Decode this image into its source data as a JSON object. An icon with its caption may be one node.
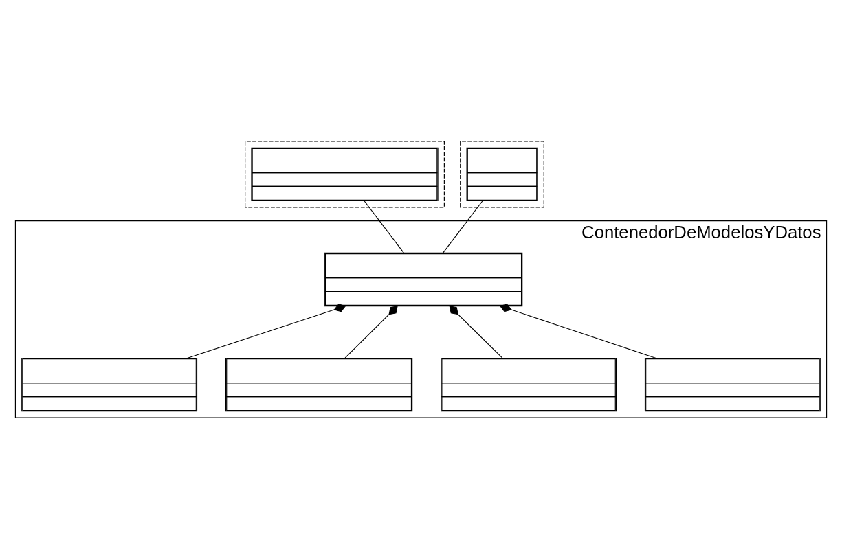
{
  "diagram": {
    "nodes": [
      {
        "text": [],
        "shape": "box"
      },
      {
        "text": [],
        "shape": "box",
        "in": 0
      },
      {
        "text": [],
        "shape": "box"
      },
      {
        "text": [],
        "shape": "box",
        "in": 2
      },
      {
        "text": [
          "ContenedorDeModelosYDatos"
        ]
      },
      {
        "text": [],
        "shape": "box",
        "in": 4
      },
      {
        "text": [],
        "shape": "box",
        "in": 4
      },
      {
        "text": [],
        "shape": "box",
        "in": 4
      },
      {
        "text": [],
        "shape": "box",
        "in": 4
      },
      {
        "text": [],
        "shape": "box",
        "in": 4
      }
    ],
    "edges": [
      {
        "from": 1,
        "to": 5,
        "arrow": "none"
      },
      {
        "from": 3,
        "to": 5,
        "arrow": "none"
      },
      {
        "from": 5,
        "to": 6,
        "arrow": "other"
      },
      {
        "from": 5,
        "to": 7,
        "arrow": "other"
      },
      {
        "from": 5,
        "to": 8,
        "arrow": "other"
      },
      {
        "from": 5,
        "to": 9,
        "arrow": "other"
      }
    ]
  }
}
